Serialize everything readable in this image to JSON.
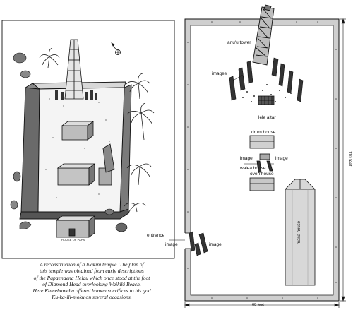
{
  "left_diagram": {
    "labels": {
      "house_of_papa": "HOUSE OF PAPA"
    }
  },
  "right_diagram": {
    "labels": {
      "anuu_tower": "anu'u tower",
      "images_top": "images",
      "lele_altar": "lele altar",
      "drum_house": "drum house",
      "image_left": "image",
      "image_right": "image",
      "waiea_house": "waiea house",
      "oven_house": "oven house",
      "mana_house": "mana house",
      "entrance": "entrance",
      "image_entrance_left": "image",
      "image_entrance_right": "image"
    },
    "dimensions": {
      "length": "110 feet",
      "width": "60 feet"
    }
  },
  "caption": {
    "lines": [
      "A reconstruction of a luakini temple.  The plan of",
      "this temple was obtained from early descriptions",
      "of the Papaenaena Heiau which once stood at the foot",
      "of Diamond Head overlooking Waikiki Beach.",
      "Here Kamehameha offered human sacrifices to his god",
      "Ku-ka-ili-moku on several occasions."
    ]
  }
}
